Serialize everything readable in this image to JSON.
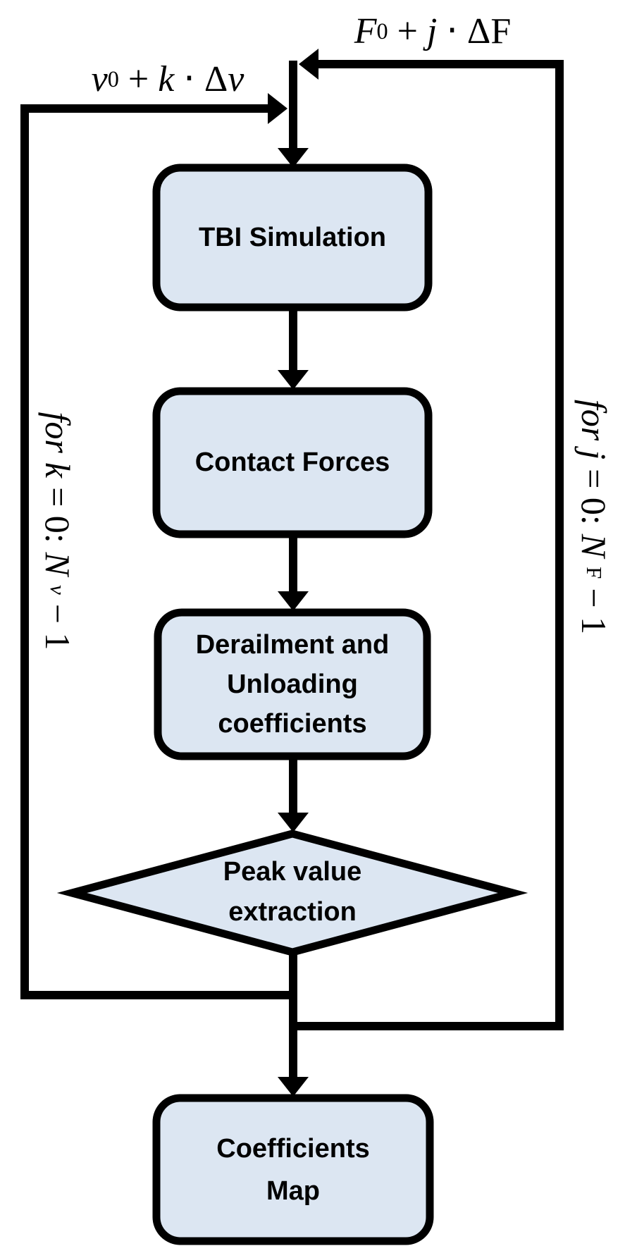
{
  "figure": {
    "type": "flowchart",
    "background": "#ffffff"
  },
  "colors": {
    "node_fill": "#dce6f2",
    "node_stroke": "#000000",
    "connector": "#000000",
    "text": "#000000"
  },
  "nodes": {
    "tbi": {
      "shape": "rounded-rectangle",
      "lines": [
        "TBI Simulation"
      ]
    },
    "contact": {
      "shape": "rounded-rectangle",
      "lines": [
        "Contact Forces"
      ]
    },
    "derailment": {
      "shape": "rounded-rectangle",
      "lines": [
        "Derailment and",
        "Unloading",
        "coefficients"
      ]
    },
    "peak": {
      "shape": "diamond",
      "lines": [
        "Peak value",
        "extraction"
      ]
    },
    "map": {
      "shape": "rounded-rectangle",
      "lines": [
        "Coefficients",
        "Map"
      ]
    }
  },
  "annotations": {
    "force_update": {
      "base": "F",
      "base_sub": "0",
      "plus": "+",
      "index": "j",
      "dot": "⋅",
      "delta": "Δ",
      "quantity": "F"
    },
    "speed_update": {
      "base": "v",
      "base_sub": "0",
      "plus": "+",
      "index": "k",
      "dot": "⋅",
      "delta": "Δ",
      "quantity": "v"
    },
    "loop_speed": {
      "keyword": "for",
      "variable": "k",
      "equals": "= 0:",
      "bound": "N",
      "bound_sub": "v",
      "tail": "− 1"
    },
    "loop_force": {
      "keyword": "for",
      "variable": "j",
      "equals": "= 0:",
      "bound": "N",
      "bound_sub": "F",
      "tail": "− 1"
    }
  }
}
